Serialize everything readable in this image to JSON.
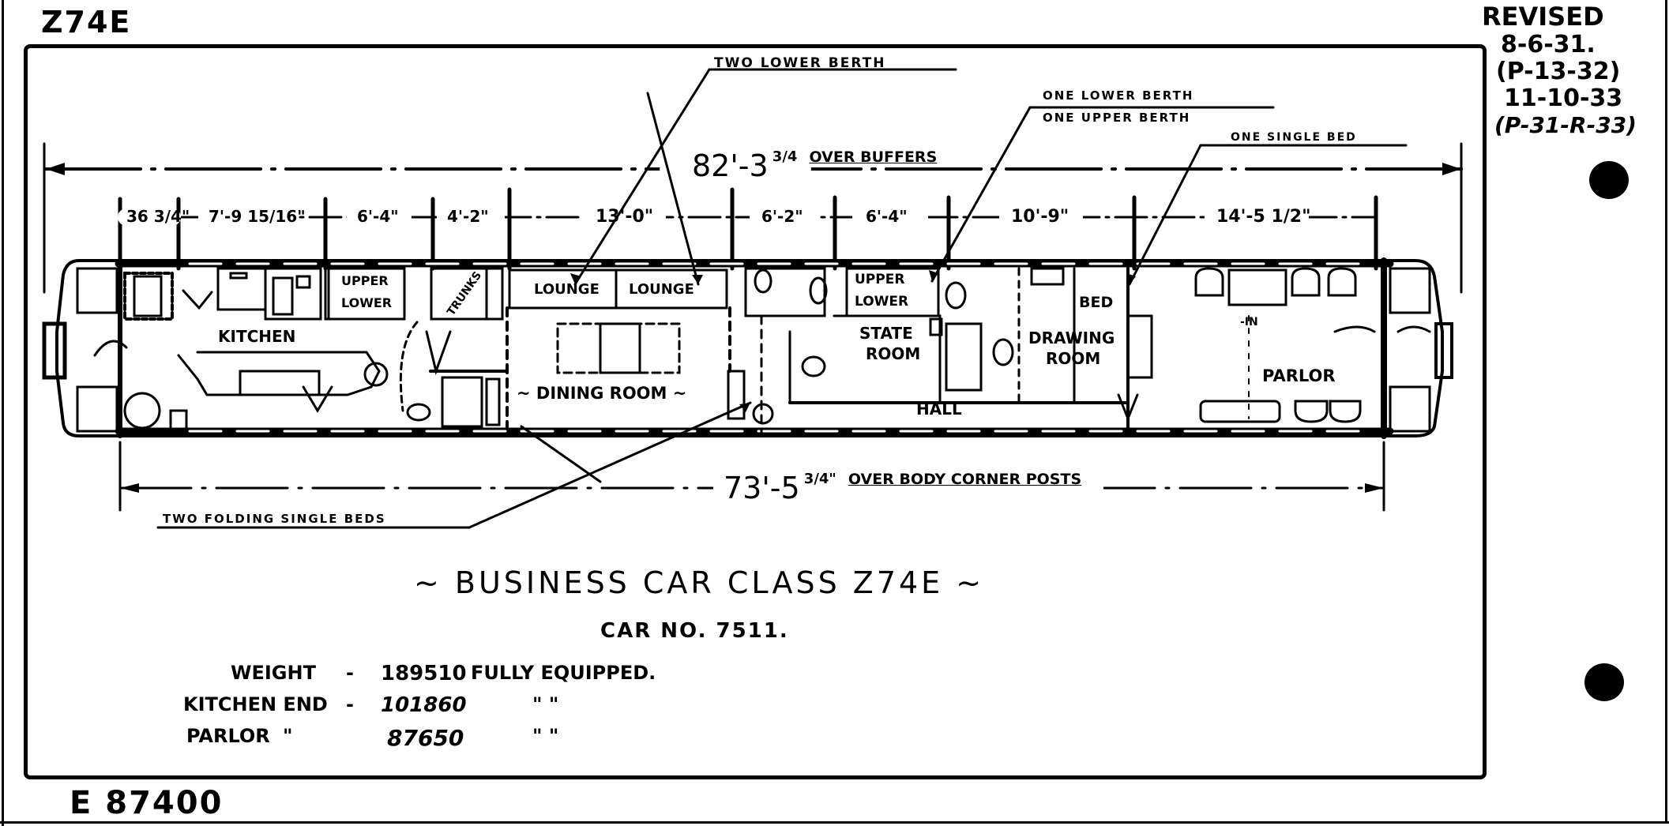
{
  "header": {
    "class_code": "Z74E",
    "revisions": {
      "title": "REVISED",
      "entries": [
        "8-6-31.",
        "(P-13-32)",
        "11-10-33",
        "(P-31-R-33)"
      ]
    }
  },
  "callouts": {
    "two_lower_berth": "TWO LOWER BERTH",
    "one_lower_berth": "ONE LOWER BERTH",
    "one_upper_berth": "ONE UPPER BERTH",
    "one_single_bed": "ONE SINGLE BED",
    "two_folding_single_beds": "TWO FOLDING SINGLE BEDS"
  },
  "dimensions": {
    "overall": "82'-3",
    "overall_fraction": "3/4",
    "overall_label": "OVER BUFFERS",
    "body": "73'-5",
    "body_fraction": "3/4\"",
    "body_label": "OVER BODY CORNER POSTS",
    "segments": [
      "36 3/4\"",
      "7'-9 15/16\"",
      "6'-4\"",
      "4'-2\"",
      "13'-0\"",
      "6'-2\"",
      "6'-4\"",
      "10'-9\"",
      "14'-5 1/2\""
    ]
  },
  "rooms": {
    "kitchen": "KITCHEN",
    "upper": "UPPER",
    "lower": "LOWER",
    "trunks": "TRUNKS",
    "lounge_1": "LOUNGE",
    "lounge_2": "LOUNGE",
    "dining_room": "~ DINING ROOM ~",
    "upper_2": "UPPER",
    "lower_2": "LOWER",
    "state_room": "STATE",
    "state_room_2": "ROOM",
    "drawing_room": "DRAWING",
    "drawing_room_2": "ROOM",
    "bed": "BED",
    "hall": "HALL",
    "parlor": "PARLOR",
    "parlor_mark": "-IN"
  },
  "title_block": {
    "title": "~ BUSINESS CAR CLASS Z74E ~",
    "car_no": "CAR NO. 7511.",
    "weights": [
      {
        "label": "WEIGHT",
        "sep": "-",
        "value": "189510",
        "note": "FULLY EQUIPPED."
      },
      {
        "label": "KITCHEN END",
        "sep": "-",
        "value": "101860",
        "note": "\"          \""
      },
      {
        "label": "PARLOR",
        "sep": "\"",
        "value": "87650",
        "note": "\"          \""
      }
    ]
  },
  "footer": {
    "drawing_no": "E 87400"
  },
  "colors": {
    "ink": "#000000",
    "paper": "#ffffff"
  }
}
